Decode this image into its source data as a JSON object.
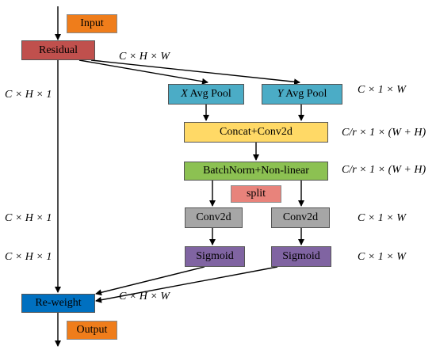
{
  "nodes": {
    "input": "Input",
    "residual": "Residual",
    "x_pool_axis": "X",
    "x_pool_rest": " Avg Pool",
    "y_pool_axis": "Y",
    "y_pool_rest": " Avg Pool",
    "concat": "Concat+Conv2d",
    "bn": "BatchNorm+Non-linear",
    "split": "split",
    "conv_left": "Conv2d",
    "conv_right": "Conv2d",
    "sigmoid_left": "Sigmoid",
    "sigmoid_right": "Sigmoid",
    "reweight": "Re-weight",
    "output": "Output"
  },
  "dims": {
    "residual_out": "C × H × W",
    "left_top": "C × H × 1",
    "right_pool": "C × 1 × W",
    "concat": "C/r × 1 × (W + H)",
    "bn": "C/r × 1 × (W + H)",
    "left_conv": "C × H × 1",
    "right_conv": "C × 1 × W",
    "left_sigmoid": "C × H × 1",
    "right_sigmoid": "C × 1 × W",
    "reweight_in": "C × H × W"
  },
  "colors": {
    "orange": "#ef7d1b",
    "residual_red": "#c0504d",
    "pool_blue": "#4bacc6",
    "concat_yellow": "#ffd966",
    "bn_green": "#8cc152",
    "split_pink": "#e8837b",
    "conv_gray": "#a6a6a6",
    "sigmoid_purple": "#8064a2",
    "reweight_blue": "#0070c0"
  }
}
